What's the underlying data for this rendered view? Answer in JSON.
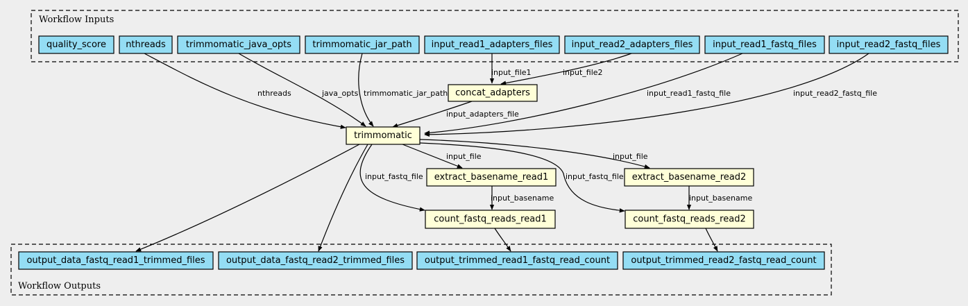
{
  "clusters": {
    "inputs_label": "Workflow Inputs",
    "outputs_label": "Workflow Outputs"
  },
  "inputs": {
    "quality_score": "quality_score",
    "nthreads": "nthreads",
    "trimmomatic_java_opts": "trimmomatic_java_opts",
    "trimmomatic_jar_path": "trimmomatic_jar_path",
    "input_read1_adapters_files": "input_read1_adapters_files",
    "input_read2_adapters_files": "input_read2_adapters_files",
    "input_read1_fastq_files": "input_read1_fastq_files",
    "input_read2_fastq_files": "input_read2_fastq_files"
  },
  "steps": {
    "concat_adapters": "concat_adapters",
    "trimmomatic": "trimmomatic",
    "extract_basename_read1": "extract_basename_read1",
    "extract_basename_read2": "extract_basename_read2",
    "count_fastq_reads_read1": "count_fastq_reads_read1",
    "count_fastq_reads_read2": "count_fastq_reads_read2"
  },
  "outputs": {
    "output_data_fastq_read1_trimmed_files": "output_data_fastq_read1_trimmed_files",
    "output_data_fastq_read2_trimmed_files": "output_data_fastq_read2_trimmed_files",
    "output_trimmed_read1_fastq_read_count": "output_trimmed_read1_fastq_read_count",
    "output_trimmed_read2_fastq_read_count": "output_trimmed_read2_fastq_read_count"
  },
  "edge_labels": {
    "input_file1": "input_file1",
    "input_file2": "input_file2",
    "nthreads": "nthreads",
    "java_opts": "java_opts",
    "trimmomatic_jar_path": "trimmomatic_jar_path",
    "input_read1_fastq_file": "input_read1_fastq_file",
    "input_read2_fastq_file": "input_read2_fastq_file",
    "input_adapters_file": "input_adapters_file",
    "input_file_read1": "input_file",
    "input_file_read2": "input_file",
    "input_fastq_file_read1": "input_fastq_file",
    "input_fastq_file_read2": "input_fastq_file",
    "input_basename_read1": "input_basename",
    "input_basename_read2": "input_basename"
  },
  "colors": {
    "background": "#eeeeee",
    "input_fill": "#94ddf4",
    "step_fill": "#ffffd8",
    "stroke": "#000000"
  }
}
